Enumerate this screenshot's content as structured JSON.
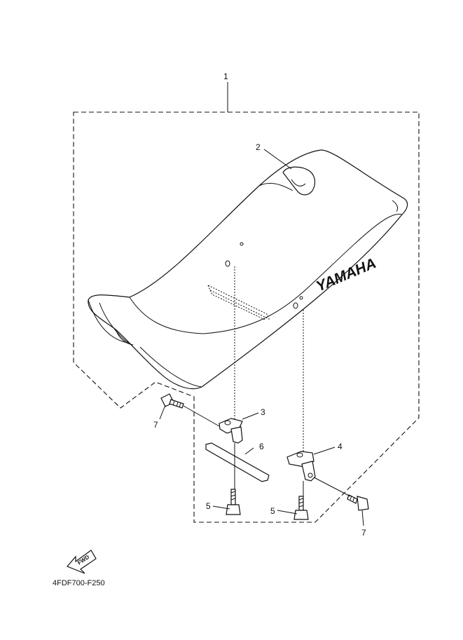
{
  "diagram": {
    "callouts": [
      {
        "id": "1",
        "label": "1"
      },
      {
        "id": "2",
        "label": "2"
      },
      {
        "id": "3",
        "label": "3"
      },
      {
        "id": "4",
        "label": "4"
      },
      {
        "id": "5a",
        "label": "5"
      },
      {
        "id": "5b",
        "label": "5"
      },
      {
        "id": "6",
        "label": "6"
      },
      {
        "id": "7a",
        "label": "7"
      },
      {
        "id": "7b",
        "label": "7"
      }
    ],
    "seat_brand": "YAMAHA",
    "fwd_label": "FWD",
    "diagram_code": "4FDF700-F250"
  }
}
